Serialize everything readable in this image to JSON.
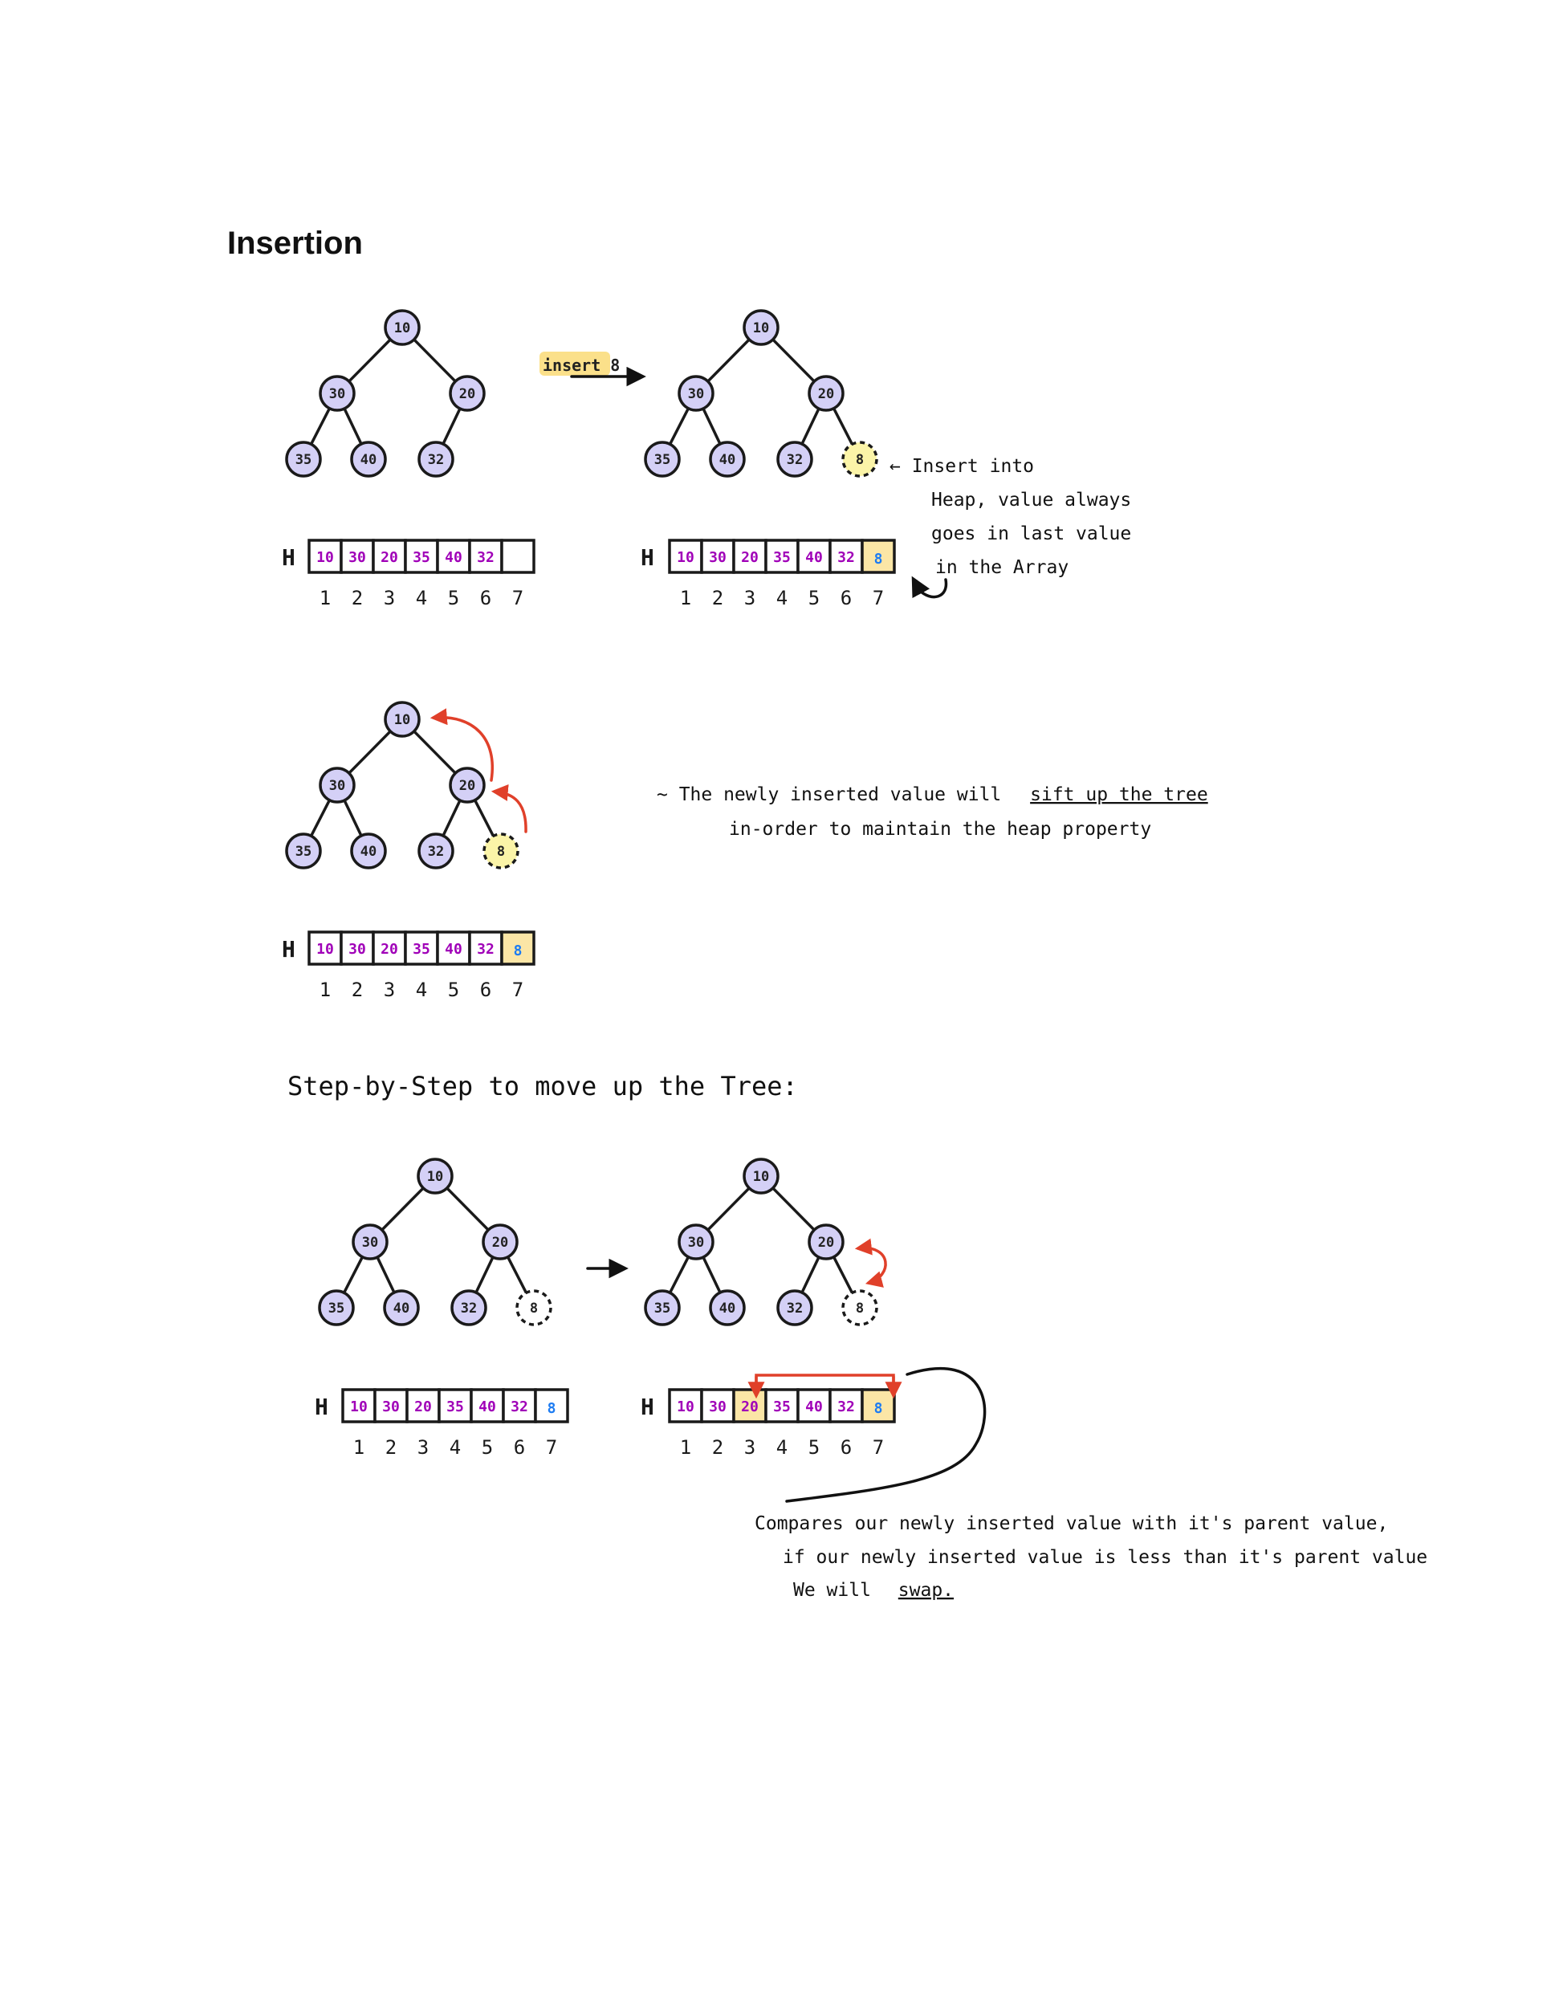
{
  "title": "Insertion",
  "colors": {
    "node_fill": "#d4d0f6",
    "new_node_fill": "#fbf4a8",
    "value_text": "#a000b8",
    "new_value_text": "#1d7cf2",
    "highlight_cell": "#fbe6a6",
    "arrow_red": "#e0402a",
    "insert_label_bg": "#fbe08a"
  },
  "heap": {
    "array_label": "H",
    "base_values": [
      "10",
      "30",
      "20",
      "35",
      "40",
      "32"
    ],
    "new_value": "8",
    "indices": [
      "1",
      "2",
      "3",
      "4",
      "5",
      "6",
      "7"
    ]
  },
  "labels": {
    "insert_label": "insert 8",
    "insert_note": [
      "← Insert into",
      "Heap, value always",
      "goes in last value",
      "in the Array"
    ],
    "sift_note_line1_pre": "~ The newly inserted value will",
    "sift_note_emph": "sift up the tree",
    "sift_note_line2": "in-order to maintain the heap property",
    "step_heading": "Step-by-Step to move up the Tree:",
    "compare_note_line1": "Compares our newly inserted value with it's parent value,",
    "compare_note_line2": "if our newly inserted value is less than it's parent value",
    "compare_note_line3_pre": "We will",
    "compare_note_emph": "swap."
  }
}
